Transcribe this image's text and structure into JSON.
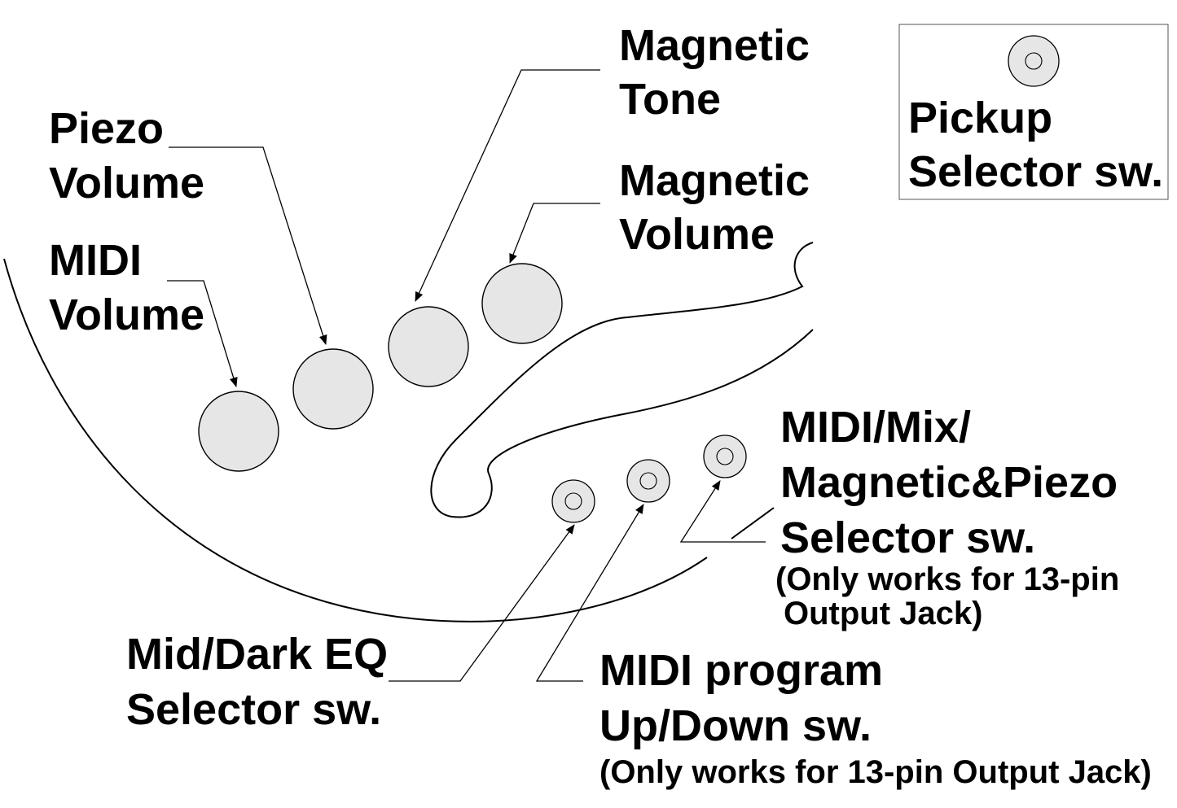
{
  "labels": {
    "piezo_volume": [
      "Piezo",
      "Volume"
    ],
    "midi_volume": [
      "MIDI",
      "Volume"
    ],
    "magnetic_tone": [
      "Magnetic",
      "Tone"
    ],
    "magnetic_volume": [
      "Magnetic",
      "Volume"
    ],
    "pickup_selector": [
      "Pickup",
      "Selector sw."
    ],
    "mode_selector": [
      "MIDI/Mix/",
      "Magnetic&Piezo",
      "Selector sw."
    ],
    "mode_selector_note": [
      "(Only works for 13-pin",
      "Output Jack)"
    ],
    "eq_selector": [
      "Mid/Dark EQ",
      "Selector sw."
    ],
    "program_switch": [
      "MIDI program",
      "Up/Down sw."
    ],
    "program_switch_note": "(Only works for 13-pin Output Jack)"
  },
  "legend": {
    "symbol": "toggle-switch-icon",
    "meaning": [
      "Pickup",
      "Selector sw."
    ]
  },
  "colors": {
    "control_fill": "#e6e6e6",
    "line": "#000000",
    "legend_border": "#555555"
  }
}
